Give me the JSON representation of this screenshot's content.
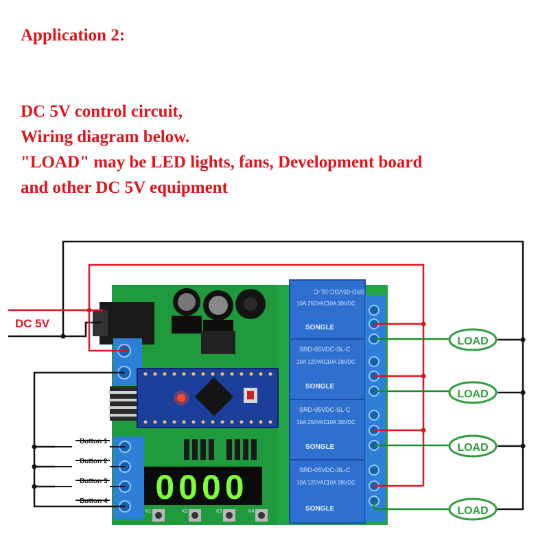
{
  "page": {
    "title": "Application  2:",
    "description_lines": [
      "DC 5V control circuit,",
      "Wiring diagram below.",
      "\"LOAD\" may be LED lights, fans, Development board",
      "and other DC 5V equipment"
    ]
  },
  "diagram": {
    "power_label": "DC 5V",
    "load_label": "LOAD",
    "buttons": [
      "Button 1",
      "Button 2",
      "Button 3",
      "Button 4"
    ],
    "relay_model": "SRD-05VDC-SL-C",
    "relay_brand": "SONGLE",
    "relay_ratings": [
      "10A 250VAC",
      "10A 30VDC",
      "10A 125VAC",
      "10A 28VDC"
    ],
    "display_digits": "0000",
    "key_labels": [
      "K1",
      "K2",
      "K3",
      "K4"
    ],
    "colors": {
      "heading_text": "#e0141b",
      "positive_wire": "#e0141b",
      "ground_wire": "#111111",
      "pcb": "#1f9a3c",
      "relay": "#2f6fd0",
      "terminal": "#2d7fd8",
      "load_outline": "#2e9e3a",
      "display_segment": "#7cff3a"
    }
  }
}
